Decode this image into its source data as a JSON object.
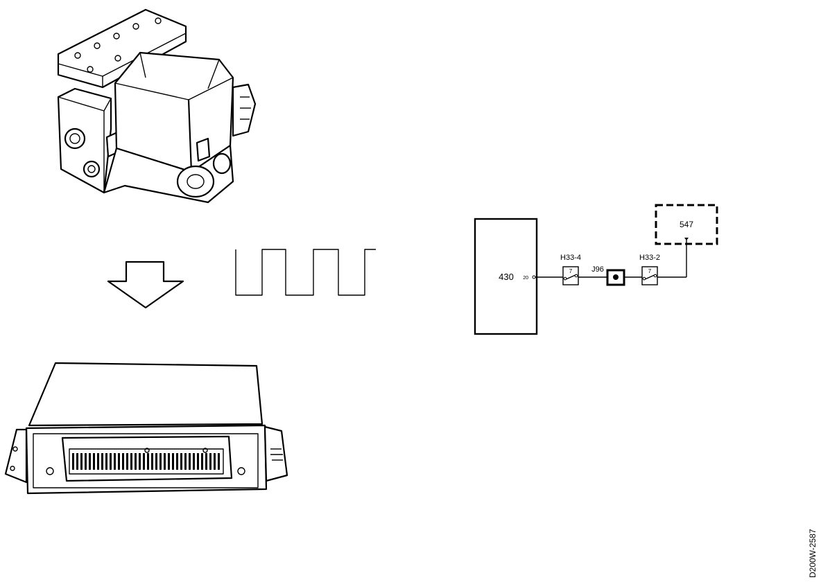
{
  "components": {
    "control_unit": {
      "label": "430"
    },
    "sensor": {
      "label": "547"
    }
  },
  "connectors": {
    "left": {
      "label": "H33-4",
      "pin": "7",
      "unit_pin": "20"
    },
    "right": {
      "label": "H33-2",
      "pin": "7"
    },
    "splice": {
      "label": "J96"
    }
  },
  "figure_id": "D200W-2587",
  "colors": {
    "ink": "#000000",
    "paper": "#ffffff"
  },
  "icons": [
    "abs-modulator-icon",
    "arrow-down-icon",
    "ecu-icon",
    "square-wave-signal-icon"
  ]
}
